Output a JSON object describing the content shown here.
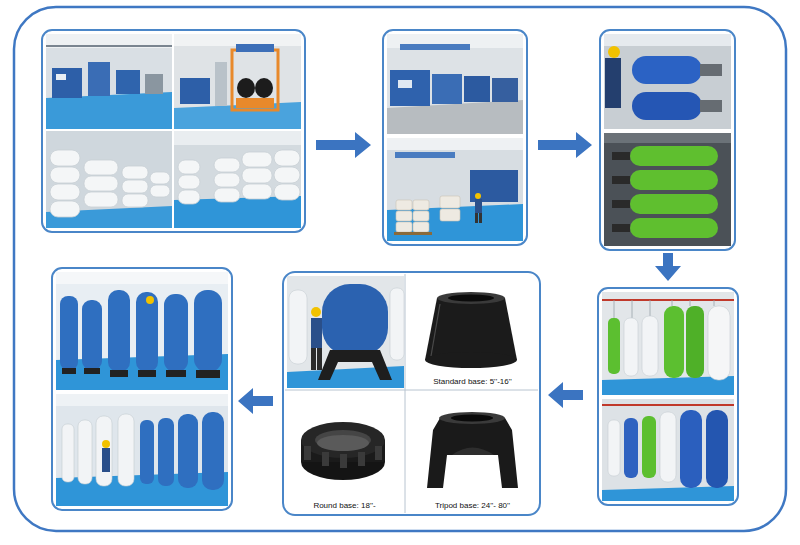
{
  "diagram": {
    "nodes": [
      {
        "text": [
          "Standard base: 5''-16''"
        ]
      },
      {
        "text": [
          "Round base: 18''-"
        ]
      },
      {
        "text": [
          "Tripod base: 24''- 80''"
        ]
      }
    ]
  }
}
